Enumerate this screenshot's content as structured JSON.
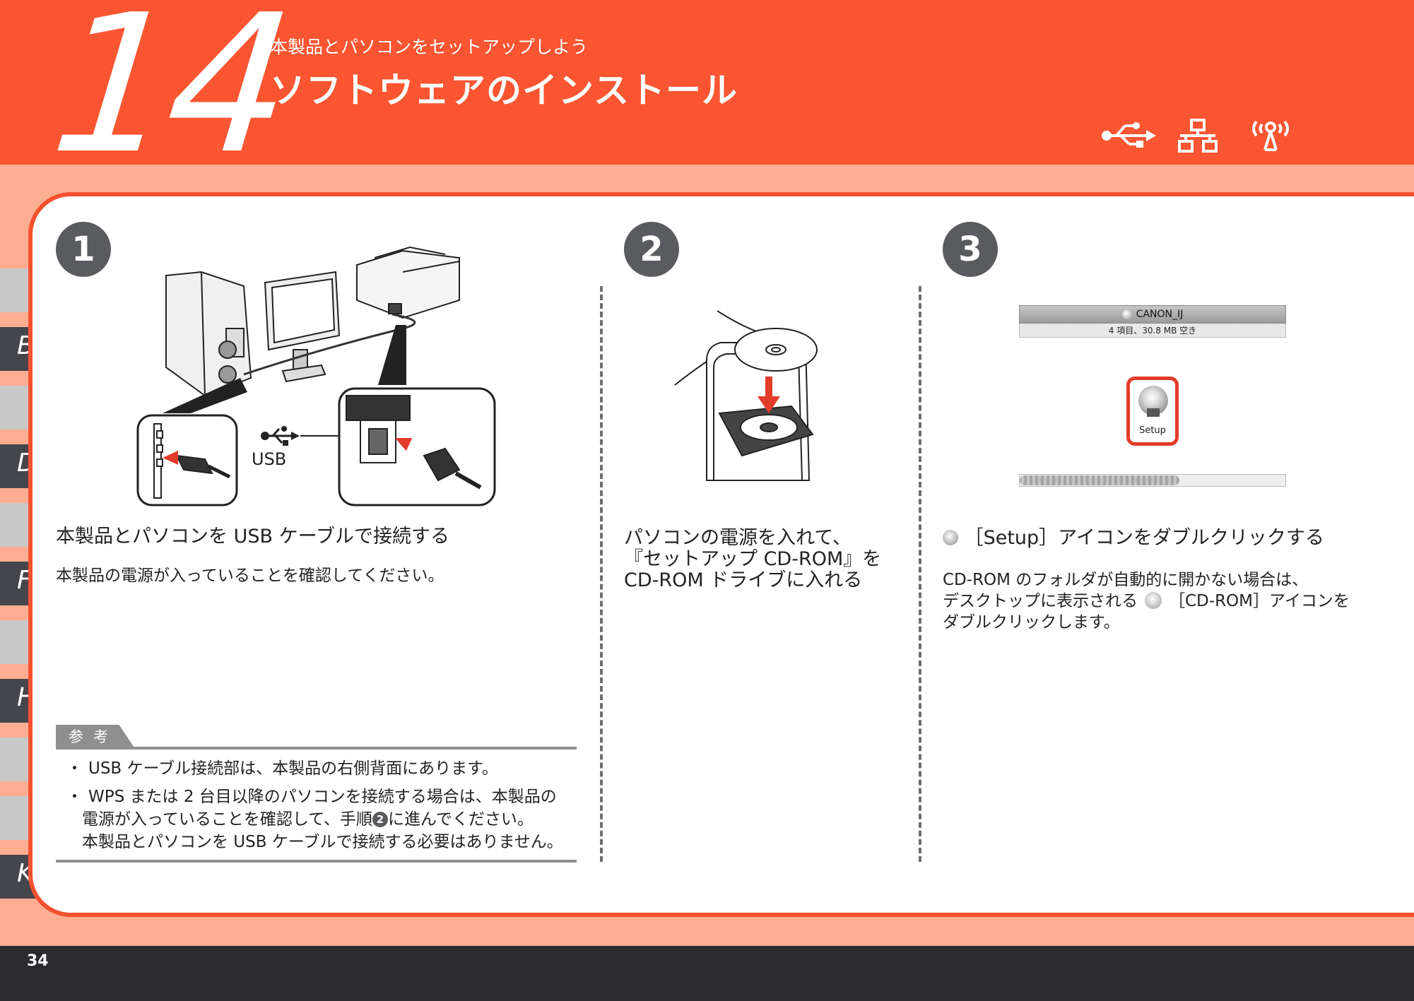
{
  "header": {
    "step_number": "14",
    "subtitle": "本製品とパソコンをセットアップしよう",
    "title": "ソフトウェアのインストール",
    "connection_icons": [
      "usb-icon",
      "network-icon",
      "wireless-icon"
    ]
  },
  "side_tabs": [
    "B",
    "D",
    "F",
    "H",
    "K"
  ],
  "steps": [
    {
      "number": "1",
      "usb_label": "USB",
      "heading": "本製品とパソコンを USB ケーブルで接続する",
      "body": "本製品の電源が入っていることを確認してください。"
    },
    {
      "number": "2",
      "heading_lines": [
        "パソコンの電源を入れて、",
        "『セットアップ CD-ROM』を",
        "CD-ROM ドライブに入れる"
      ]
    },
    {
      "number": "3",
      "window_title": "CANON_IJ",
      "window_status": "4 項目、30.8 MB 空き",
      "setup_icon_label": "Setup",
      "heading": "［Setup］アイコンをダブルクリックする",
      "body_lines": [
        "CD-ROM のフォルダが自動的に開かない場合は、",
        "［CD-ROM］アイコンを",
        "ダブルクリックします。"
      ],
      "body_line2_prefix": "デスクトップに表示される"
    }
  ],
  "reference": {
    "label": "参考",
    "items": [
      {
        "bullet": "・",
        "lines": [
          "USB ケーブル接続部は、本製品の右側背面にあります。"
        ]
      },
      {
        "bullet": "・",
        "lines": [
          "WPS または 2 台目以降のパソコンを接続する場合は、本製品の",
          "電源が入っていることを確認して、手順",
          "に進んでください。",
          "本製品とパソコンを USB ケーブルで接続する必要はありません。"
        ],
        "step_ref": "2"
      }
    ]
  },
  "footer": {
    "page_number": "34"
  },
  "colors": {
    "accent": "#fb5532",
    "band": "#fdae92",
    "gray_circle": "#5a5b5e",
    "footer": "#2b2b2f"
  }
}
